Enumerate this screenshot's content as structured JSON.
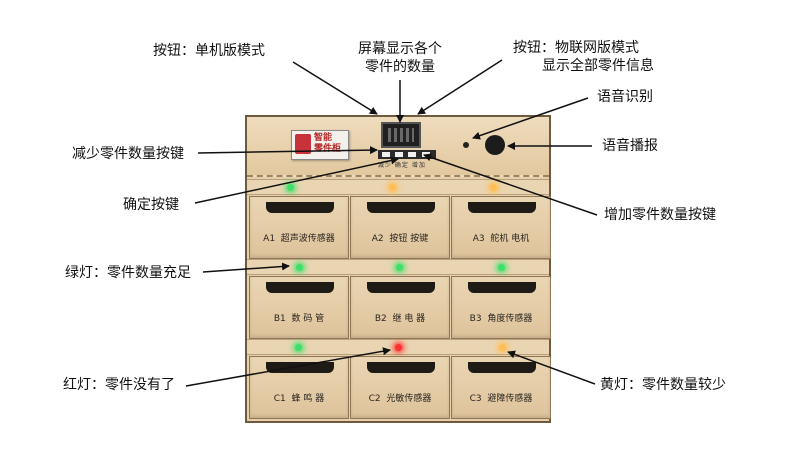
{
  "callouts": {
    "standalone": "按钮：单机版模式",
    "screen_line1": "屏幕显示各个",
    "screen_line2": "零件的数量",
    "iot_line1": "按钮：物联网版模式",
    "iot_line2": "显示全部零件信息",
    "voice_recognition": "语音识别",
    "voice_broadcast": "语音播报",
    "decrease_button": "减少零件数量按键",
    "confirm_button": "确定按键",
    "increase_button": "增加零件数量按键",
    "green_light": "绿灯：零件数量充足",
    "red_light": "红灯：零件没有了",
    "yellow_light": "黄灯：零件数量较少"
  },
  "device": {
    "card_line1": "智能",
    "card_line2": "零件柜",
    "button_captions": "减少  确定  增加",
    "drawers": [
      {
        "id": "A1",
        "name": "超声波传感器"
      },
      {
        "id": "A2",
        "name": "按钮 按键"
      },
      {
        "id": "A3",
        "name": "舵机 电机"
      },
      {
        "id": "B1",
        "name": "数 码 管"
      },
      {
        "id": "B2",
        "name": "继 电 器"
      },
      {
        "id": "B3",
        "name": "角度传感器"
      },
      {
        "id": "C1",
        "name": "蜂 鸣 器"
      },
      {
        "id": "C2",
        "name": "光敏传感器"
      },
      {
        "id": "C3",
        "name": "避障传感器"
      }
    ]
  },
  "led_colors": {
    "green": "#3ee06a",
    "yellow": "#ffbe55",
    "red": "#ff3030"
  }
}
